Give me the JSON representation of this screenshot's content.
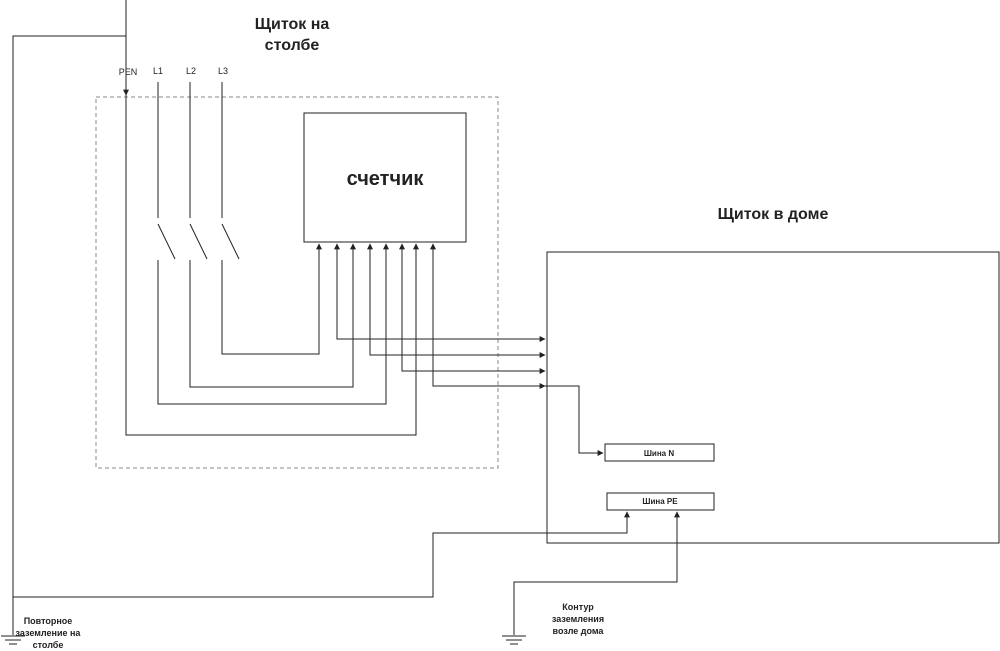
{
  "labels": {
    "pole_panel_title": [
      "Щиток на",
      "столбе"
    ],
    "house_panel_title": "Щиток в доме",
    "meter": "счетчик",
    "pen": "PEN",
    "l1": "L1",
    "l2": "L2",
    "l3": "L3",
    "bus_n": "Шина N",
    "bus_pe": "Шина PE",
    "pole_ground": [
      "Повторное",
      "заземление на",
      "столбе"
    ],
    "house_ground": [
      "Контур",
      "заземления",
      "возле дома"
    ]
  },
  "colors": {
    "line": "#222222",
    "dashed_border": "#888888",
    "background": "#ffffff"
  }
}
